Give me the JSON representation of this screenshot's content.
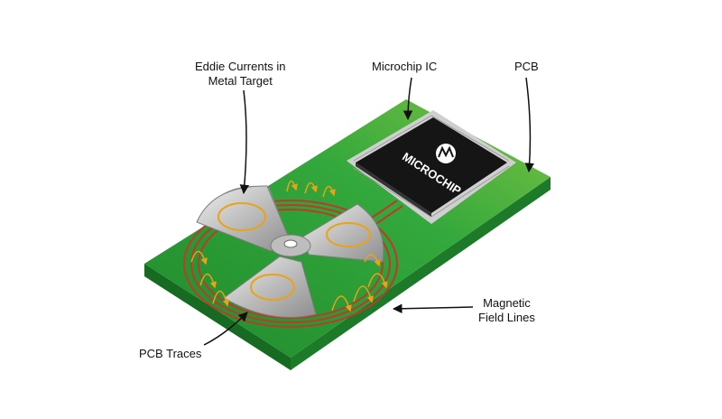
{
  "callouts": {
    "eddie": {
      "line1": "Eddie Currents in",
      "line2": "Metal Target"
    },
    "ic": {
      "label": "Microchip IC"
    },
    "pcb": {
      "label": "PCB"
    },
    "magnetic": {
      "line1": "Magnetic",
      "line2": "Field Lines"
    },
    "traces": {
      "label": "PCB Traces"
    }
  },
  "chip": {
    "brand": "MICROCHIP"
  },
  "colors": {
    "pcb_top": "#2e9e3a",
    "pcb_side": "#1f7a2a",
    "chip_body": "#151515",
    "chip_pins": "#c9c9c9",
    "trace": "#c0392b",
    "field_line": "#e8a317",
    "metal": "#c8c8c8"
  }
}
